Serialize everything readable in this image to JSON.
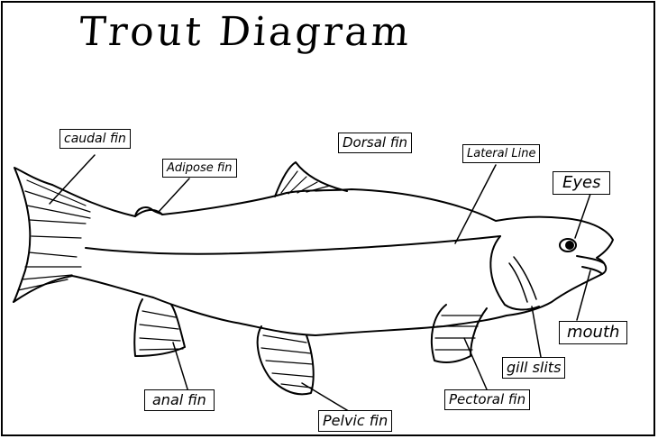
{
  "title": "Trout Diagram",
  "labels": {
    "caudal_fin": "caudal fin",
    "adipose_fin": "Adipose fin",
    "dorsal_fin": "Dorsal fin",
    "lateral_line": "Lateral Line",
    "eyes": "Eyes",
    "mouth": "mouth",
    "gill_slits": "gill slits",
    "pectoral_fin": "Pectoral fin",
    "pelvic_fin": "Pelvic fin",
    "anal_fin": "anal fin"
  }
}
